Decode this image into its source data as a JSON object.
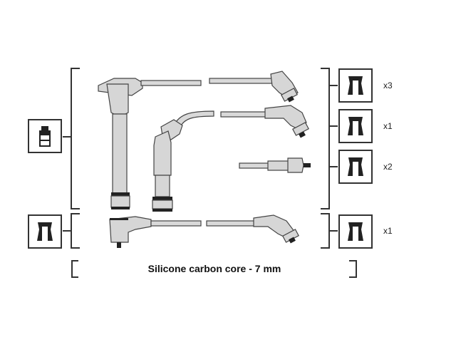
{
  "legend": {
    "caption": "Silicone carbon core - 7 mm",
    "quantities": [
      "x3",
      "x1",
      "x2",
      "x1"
    ]
  },
  "icons": {
    "left_top": "coil-tower-connector-icon",
    "left_bottom": "spark-plug-terminal-icon",
    "right": "spark-plug-terminal-icon"
  }
}
